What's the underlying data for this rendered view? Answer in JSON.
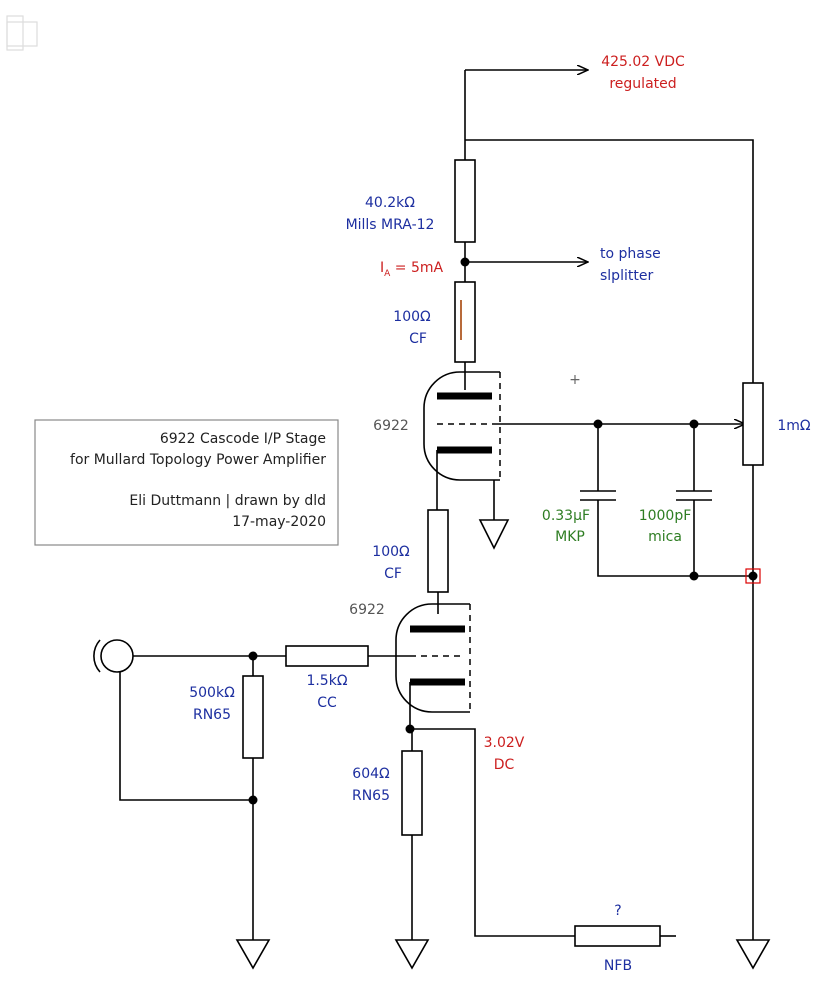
{
  "supply": {
    "voltage": "425.02 VDC",
    "note": "regulated"
  },
  "phase_out": {
    "line1": "to phase",
    "line2": "slplitter"
  },
  "anode_resistor": {
    "value": "40.2kΩ",
    "model": "Mills MRA-12"
  },
  "anode_current": {
    "symbol": "I",
    "subscript": "A",
    "value": " = 5mA"
  },
  "cf_resistor_top": {
    "value": "100Ω",
    "type": "CF"
  },
  "cf_resistor_bottom": {
    "value": "100Ω",
    "type": "CF"
  },
  "tube_top": {
    "label": "6922"
  },
  "tube_bottom": {
    "label": "6922"
  },
  "bias_pot": {
    "value": "1mΩ"
  },
  "cap_1": {
    "value": "0.33μF",
    "type": "MKP"
  },
  "cap_2": {
    "value": "1000pF",
    "type": "mica"
  },
  "grid_leak": {
    "value": "500kΩ",
    "type": "RN65"
  },
  "grid_stopper": {
    "value": "1.5kΩ",
    "type": "CC"
  },
  "cathode_resistor": {
    "value": "604Ω",
    "type": "RN65"
  },
  "cathode_voltage": {
    "value": "3.02V",
    "type": "DC"
  },
  "nfb_resistor": {
    "value": "?",
    "label": "NFB"
  },
  "title_block": {
    "line1": "6922 Cascode I/P Stage",
    "line2": "for Mullard Topology Power Amplifier",
    "line3": "Eli Duttmann | drawn by dld",
    "line4": "17-may-2020"
  },
  "colors": {
    "component_label": "#1d2fa0",
    "measurement": "#cc1f1f",
    "capacitor_label": "#2e7d22"
  }
}
